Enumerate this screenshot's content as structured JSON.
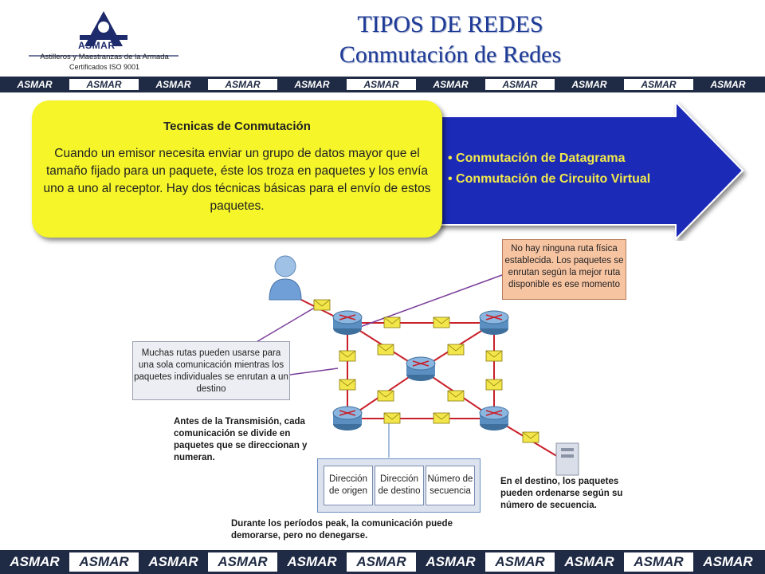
{
  "header": {
    "logo_word": "ASMAR",
    "logo_subtitle": "Astilleros y Maestranzas de la Armada",
    "logo_cert": "Certificados ISO 9001",
    "title_line1": "TIPOS DE REDES",
    "title_line2": "Conmutación de Redes"
  },
  "bands": {
    "top_tiles": [
      "ASMAR",
      "ASMAR",
      "ASMAR",
      "ASMAR",
      "ASMAR",
      "ASMAR",
      "ASMAR",
      "ASMAR",
      "ASMAR",
      "ASMAR",
      "ASMAR"
    ],
    "bottom_tiles": [
      "ASMAR",
      "ASMAR",
      "ASMAR",
      "ASMAR",
      "ASMAR",
      "ASMAR",
      "ASMAR",
      "ASMAR",
      "ASMAR",
      "ASMAR",
      "ASMAR"
    ]
  },
  "callout": {
    "heading": "Tecnicas de Conmutación",
    "body": "Cuando un emisor necesita enviar un grupo de datos mayor que el tamaño fijado para un paquete, éste los troza en paquetes y los envía uno a uno al receptor. Hay dos técnicas básicas para el envío de estos paquetes."
  },
  "arrow_list": [
    "Conmutación  de Datagrama",
    "Conmutación  de Circuito Virtual"
  ],
  "diagram": {
    "note_orange": "No hay ninguna ruta física establecida. Los paquetes se enrutan según la mejor ruta disponible es ese momento",
    "note_gray": "Muchas rutas pueden usarse para una sola comunicación mientras los paquetes individuales se enrutan a un destino",
    "note_antes": "Antes de la Transmisión, cada comunicación se divide en paquetes que se direccionan y numeran.",
    "note_destino": "En el destino, los paquetes pueden ordenarse según su número de secuencia.",
    "note_peak": "Durante los períodos peak, la comunicación puede demorarse, pero no denegarse.",
    "packet_fields": [
      "Dirección de origen",
      "Dirección de destino",
      "Número de secuencia"
    ]
  },
  "colors": {
    "title": "#1d3a96",
    "band": "#1f2a44",
    "arrow_fill": "#1a2bb8",
    "arrow_text": "#f2ea4a",
    "callout_fill": "#f5f52a",
    "link": "#c8202a",
    "leader": "#7a3d99"
  }
}
